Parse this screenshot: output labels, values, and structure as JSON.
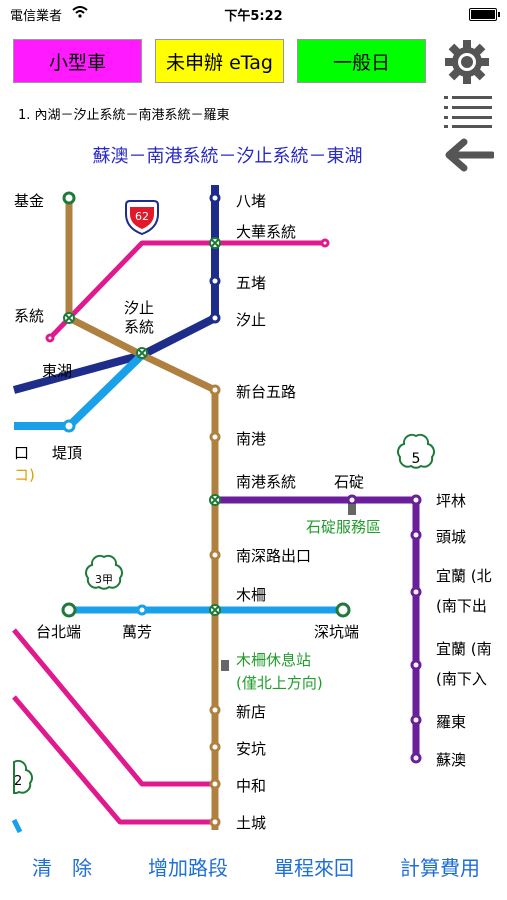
{
  "status": {
    "carrier": "電信業者",
    "time": "下午5:22"
  },
  "modes": [
    {
      "label": "小型車",
      "color": "#ff1aff"
    },
    {
      "label": "未申辦 eTag",
      "color": "#ffff00"
    },
    {
      "label": "一般日",
      "color": "#00ff00"
    }
  ],
  "route_text": "1. 內湖－汐止系統－南港系統－羅東",
  "route_title": "蘇澳－南港系統－汐止系統－東湖",
  "icons": {
    "settings": "gear-icon",
    "list": "list-icon",
    "back": "back-arrow-icon"
  },
  "map": {
    "colors": {
      "n3": "#b08040",
      "n1": "#1e2d8a",
      "hsinchu": "#1a7bd0",
      "blue": "#1aa0e8",
      "pink": "#e0198f",
      "purple": "#6a1e9a",
      "station_green": "#1f9d2a"
    },
    "badges": {
      "r62": "62",
      "n5": "5",
      "n3a": "3甲",
      "n2": "2"
    },
    "stations": {
      "jilong": "基金",
      "badu": "八堵",
      "dahua": "大華系統",
      "wudu": "五堵",
      "xizhi_sys_left": "系統",
      "xizhi_sys_a": "汐止",
      "xizhi_sys_b": "系統",
      "xizhi": "汐止",
      "donghu": "東湖",
      "xintai": "新台五路",
      "kou": "口",
      "diding": "堤頂",
      "nangang": "南港",
      "nangang_sys": "南港系統",
      "shiding": "石碇",
      "pinglin": "坪林",
      "shiding_sa": "石碇服務區",
      "toucheng": "頭城",
      "nanshen": "南深路出口",
      "yilan1a": "宜蘭 (北",
      "yilan1b": "(南下出",
      "taibei_end": "台北端",
      "wanfang": "萬芳",
      "muzha": "木柵",
      "shenkeng_end": "深坑端",
      "muzha_rest_a": "木柵休息站",
      "muzha_rest_b": "(僅北上方向)",
      "yilan2a": "宜蘭 (南",
      "yilan2b": "(南下入",
      "xindian": "新店",
      "luodong": "羅東",
      "ankeng": "安坑",
      "suao": "蘇澳",
      "zhonghe": "中和",
      "tucheng": "土城",
      "orange_bracket": "コ)"
    }
  },
  "tabs": [
    "清　除",
    "增加路段",
    "單程來回",
    "計算費用"
  ]
}
